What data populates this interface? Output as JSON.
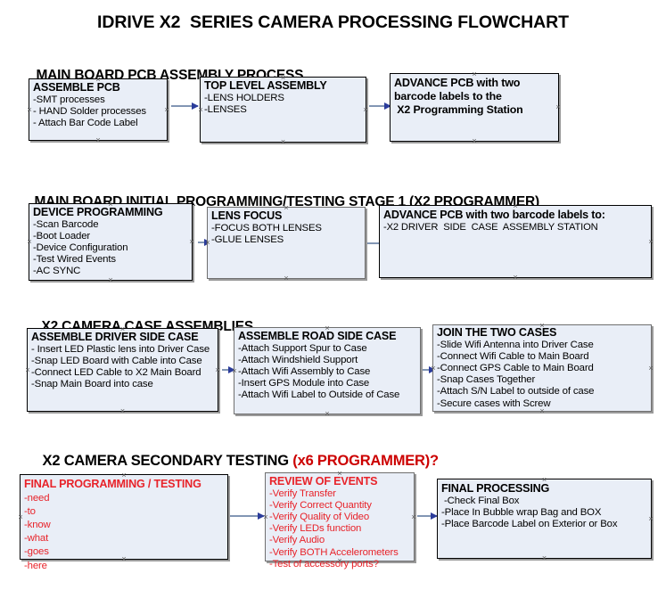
{
  "document": {
    "title": "IDRIVE X2  SERIES CAMERA PROCESSING FLOWCHART"
  },
  "sections": [
    {
      "heading": "MAIN BOARD PCB ASSEMBLY PROCESS",
      "heading_accent": "",
      "boxes": [
        {
          "title": "ASSEMBLE PCB",
          "lines": [
            "-SMT processes",
            "- HAND Solder processes",
            "- Attach Bar Code Label"
          ]
        },
        {
          "title": "TOP LEVEL ASSEMBLY",
          "lines": [
            "-LENS HOLDERS",
            "-LENSES"
          ]
        },
        {
          "title": "ADVANCE PCB with two",
          "lines": [
            "barcode labels to the",
            " X2 Programming Station"
          ]
        }
      ]
    },
    {
      "heading": "MAIN BOARD INITIAL PROGRAMMING/TESTING STAGE 1 (X2 PROGRAMMER)",
      "heading_accent": "",
      "boxes": [
        {
          "title": "DEVICE PROGRAMMING",
          "lines": [
            "-Scan Barcode",
            "-Boot Loader",
            "-Device Configuration",
            "-Test Wired Events",
            "-AC SYNC"
          ]
        },
        {
          "title": "LENS FOCUS",
          "lines": [
            "-FOCUS BOTH LENSES",
            "-GLUE LENSES"
          ]
        },
        {
          "title": "ADVANCE PCB with two barcode labels to:",
          "lines": [
            "-X2 DRIVER  SIDE  CASE  ASSEMBLY STATION"
          ]
        }
      ]
    },
    {
      "heading": "X2 CAMERA CASE ASSEMBLIES",
      "heading_accent": "",
      "boxes": [
        {
          "title": "ASSEMBLE DRIVER SIDE CASE",
          "lines": [
            "- Insert LED Plastic lens into Driver Case",
            "-Snap LED Board with Cable into Case",
            "-Connect LED Cable to X2 Main Board",
            "-Snap Main Board into case"
          ]
        },
        {
          "title": "ASSEMBLE ROAD SIDE CASE",
          "lines": [
            "-Attach Support Spur to Case",
            "-Attach Windshield Support",
            "-Attach Wifi Assembly to Case",
            "-Insert GPS Module into Case",
            "-Attach Wifi Label to Outside of Case"
          ]
        },
        {
          "title": "JOIN THE TWO CASES",
          "lines": [
            "-Slide Wifi Antenna into Driver Case",
            "-Connect Wifi Cable to Main Board",
            "-Connect GPS Cable to Main Board",
            "-Snap Cases Together",
            "-Attach S/N Label to outside of case",
            "-Secure cases with Screw"
          ]
        }
      ]
    },
    {
      "heading": "X2 CAMERA SECONDARY TESTING ",
      "heading_accent": "(x6 PROGRAMMER)?",
      "boxes": [
        {
          "title": "FINAL PROGRAMMING / TESTING",
          "lines": [
            "-need",
            "-to",
            "-know",
            "-what",
            "-goes",
            "-here"
          ]
        },
        {
          "title": "REVIEW OF EVENTS",
          "lines": [
            "-Verify Transfer",
            "-Verify Correct Quantity",
            "-Verify Quality of Video",
            "-Verify LEDs function",
            "-Verify Audio",
            "-Verify BOTH Accelerometers",
            "-Test of accessory ports?"
          ]
        },
        {
          "title": "FINAL PROCESSING",
          "lines": [
            " -Check Final Box",
            "-Place In Bubble wrap Bag and BOX",
            "-Place Barcode Label on Exterior or Box"
          ]
        }
      ]
    }
  ],
  "colors": {
    "box_fill": "#e9eef7",
    "box_border": "#000000",
    "arrow": "#8296b4",
    "arrow_head": "#2b3c9b",
    "accent_red": "#e8232a",
    "heading_red": "#cc0000",
    "text": "#000000"
  }
}
